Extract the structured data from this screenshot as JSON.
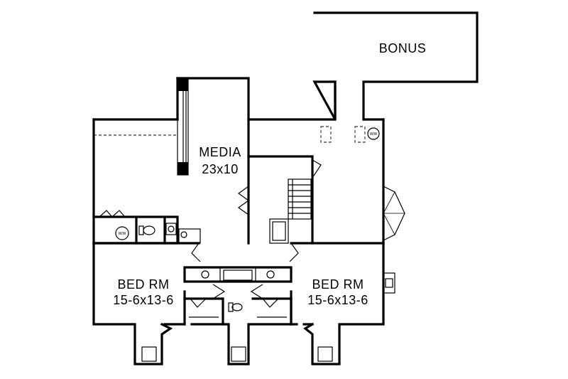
{
  "rooms": {
    "bonus": {
      "name": "BONUS"
    },
    "media": {
      "name": "MEDIA",
      "size": "23x10"
    },
    "bed_left": {
      "name": "BED  RM",
      "size": "15-6x13-6"
    },
    "bed_right": {
      "name": "BED  RM",
      "size": "15-6x13-6"
    }
  },
  "fixtures": {
    "appliance_mark": "W/W"
  }
}
